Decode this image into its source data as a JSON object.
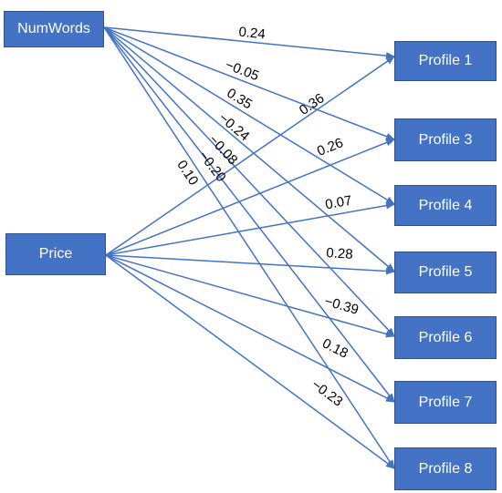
{
  "nodes": {
    "numwords": "NumWords",
    "price": "Price",
    "profile1": "Profile 1",
    "profile3": "Profile 3",
    "profile4": "Profile 4",
    "profile5": "Profile 5",
    "profile6": "Profile 6",
    "profile7": "Profile 7",
    "profile8": "Profile 8"
  },
  "edges": [
    {
      "from": "numwords",
      "to": "profile1",
      "weight": "0.24"
    },
    {
      "from": "numwords",
      "to": "profile3",
      "weight": "−0.05"
    },
    {
      "from": "numwords",
      "to": "profile4",
      "weight": "0.35"
    },
    {
      "from": "numwords",
      "to": "profile5",
      "weight": "−0.24"
    },
    {
      "from": "numwords",
      "to": "profile6",
      "weight": "−0.08"
    },
    {
      "from": "numwords",
      "to": "profile7",
      "weight": "−0.20"
    },
    {
      "from": "numwords",
      "to": "profile8",
      "weight": "0.10"
    },
    {
      "from": "price",
      "to": "profile1",
      "weight": "0.36"
    },
    {
      "from": "price",
      "to": "profile3",
      "weight": "0.26"
    },
    {
      "from": "price",
      "to": "profile4",
      "weight": "0.07"
    },
    {
      "from": "price",
      "to": "profile5",
      "weight": "0.28"
    },
    {
      "from": "price",
      "to": "profile6",
      "weight": "−0.39"
    },
    {
      "from": "price",
      "to": "profile7",
      "weight": "0.18"
    },
    {
      "from": "price",
      "to": "profile8",
      "weight": "−0.23"
    }
  ],
  "colors": {
    "node_fill": "#4472c4",
    "edge": "#4472c4",
    "label": "#000000"
  }
}
